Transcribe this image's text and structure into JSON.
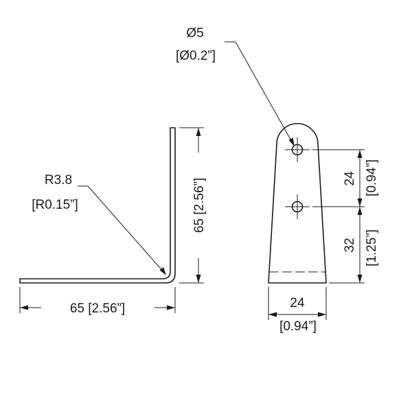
{
  "side_view": {
    "radius_label": "R3.8",
    "radius_label_imperial": "[R0.15”]",
    "width_label": "65 [2.56”]",
    "height_label": "65 [2.56”]"
  },
  "front_view": {
    "hole_label": "Ø5",
    "hole_label_imperial": "[Ø0.2”]",
    "hole_spacing_label": "24",
    "hole_spacing_label_imperial": "[0.94”]",
    "hole_to_bottom_label": "32",
    "hole_to_bottom_label_imperial": "[1.25”]",
    "width_label": "24",
    "width_label_imperial": "[0.94”]"
  },
  "colors": {
    "line": "#1a1a1a",
    "background": "#ffffff"
  }
}
